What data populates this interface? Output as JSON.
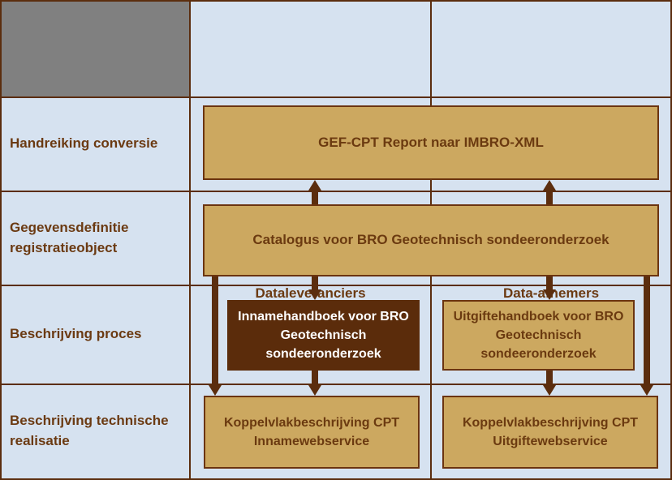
{
  "colors": {
    "background": "#D6E2F0",
    "corner_cell": "#808080",
    "grid_line": "#5B2D0E",
    "box_fill": "#CCA860",
    "box_border": "#6B3410",
    "box_text": "#6B3A10",
    "highlight_box_fill": "#5B2C0B",
    "highlight_box_text": "#FFFFFF",
    "arrow": "#5B2D0E",
    "label_text": "#6B3A12"
  },
  "columns": [
    {
      "id": "dataleveranciers",
      "label": "Dataleveranciers"
    },
    {
      "id": "data_afnemers",
      "label": "Data-afnemers"
    }
  ],
  "rows": [
    {
      "id": "handreiking_conversie",
      "label": "Handreiking conversie"
    },
    {
      "id": "gegevensdefinitie_registratieobject",
      "label": "Gegevensdefinitie registratieobject"
    },
    {
      "id": "beschrijving_proces",
      "label": "Beschrijving proces"
    },
    {
      "id": "beschrijving_technische_realisatie",
      "label": "Beschrijving technische realisatie"
    }
  ],
  "boxes": {
    "gef_cpt": {
      "label": "GEF-CPT Report naar IMBRO-XML",
      "row": "handreiking_conversie",
      "columns": [
        "dataleveranciers",
        "data_afnemers"
      ],
      "highlighted": false
    },
    "catalogus": {
      "label": "Catalogus voor BRO Geotechnisch sondeeronderzoek",
      "row": "gegevensdefinitie_registratieobject",
      "columns": [
        "dataleveranciers",
        "data_afnemers"
      ],
      "highlighted": false
    },
    "innamehandboek": {
      "label": "Innamehandboek voor BRO Geotechnisch sondeeronderzoek",
      "row": "beschrijving_proces",
      "columns": [
        "dataleveranciers"
      ],
      "highlighted": true
    },
    "uitgiftehandboek": {
      "label": "Uitgiftehandboek voor BRO Geotechnisch sondeeronderzoek",
      "row": "beschrijving_proces",
      "columns": [
        "data_afnemers"
      ],
      "highlighted": false
    },
    "koppelvlak_inname": {
      "label": "Koppelvlakbeschrijving CPT Innamewebservice",
      "row": "beschrijving_technische_realisatie",
      "columns": [
        "dataleveranciers"
      ],
      "highlighted": false
    },
    "koppelvlak_uitgifte": {
      "label": "Koppelvlakbeschrijving CPT Uitgiftewebservice",
      "row": "beschrijving_technische_realisatie",
      "columns": [
        "data_afnemers"
      ],
      "highlighted": false
    }
  },
  "arrows": [
    {
      "from": "catalogus",
      "to": "gef_cpt",
      "direction": "up",
      "side": "left"
    },
    {
      "from": "catalogus",
      "to": "gef_cpt",
      "direction": "up",
      "side": "right"
    },
    {
      "from": "catalogus",
      "to": "innamehandboek",
      "direction": "down",
      "side": "left"
    },
    {
      "from": "catalogus",
      "to": "uitgiftehandboek",
      "direction": "down",
      "side": "right"
    },
    {
      "from": "catalogus",
      "to": "koppelvlak_inname",
      "direction": "down",
      "side": "outer-left"
    },
    {
      "from": "catalogus",
      "to": "koppelvlak_uitgifte",
      "direction": "down",
      "side": "outer-right"
    },
    {
      "from": "innamehandboek",
      "to": "koppelvlak_inname",
      "direction": "down",
      "side": "left"
    },
    {
      "from": "uitgiftehandboek",
      "to": "koppelvlak_uitgifte",
      "direction": "down",
      "side": "right"
    }
  ]
}
